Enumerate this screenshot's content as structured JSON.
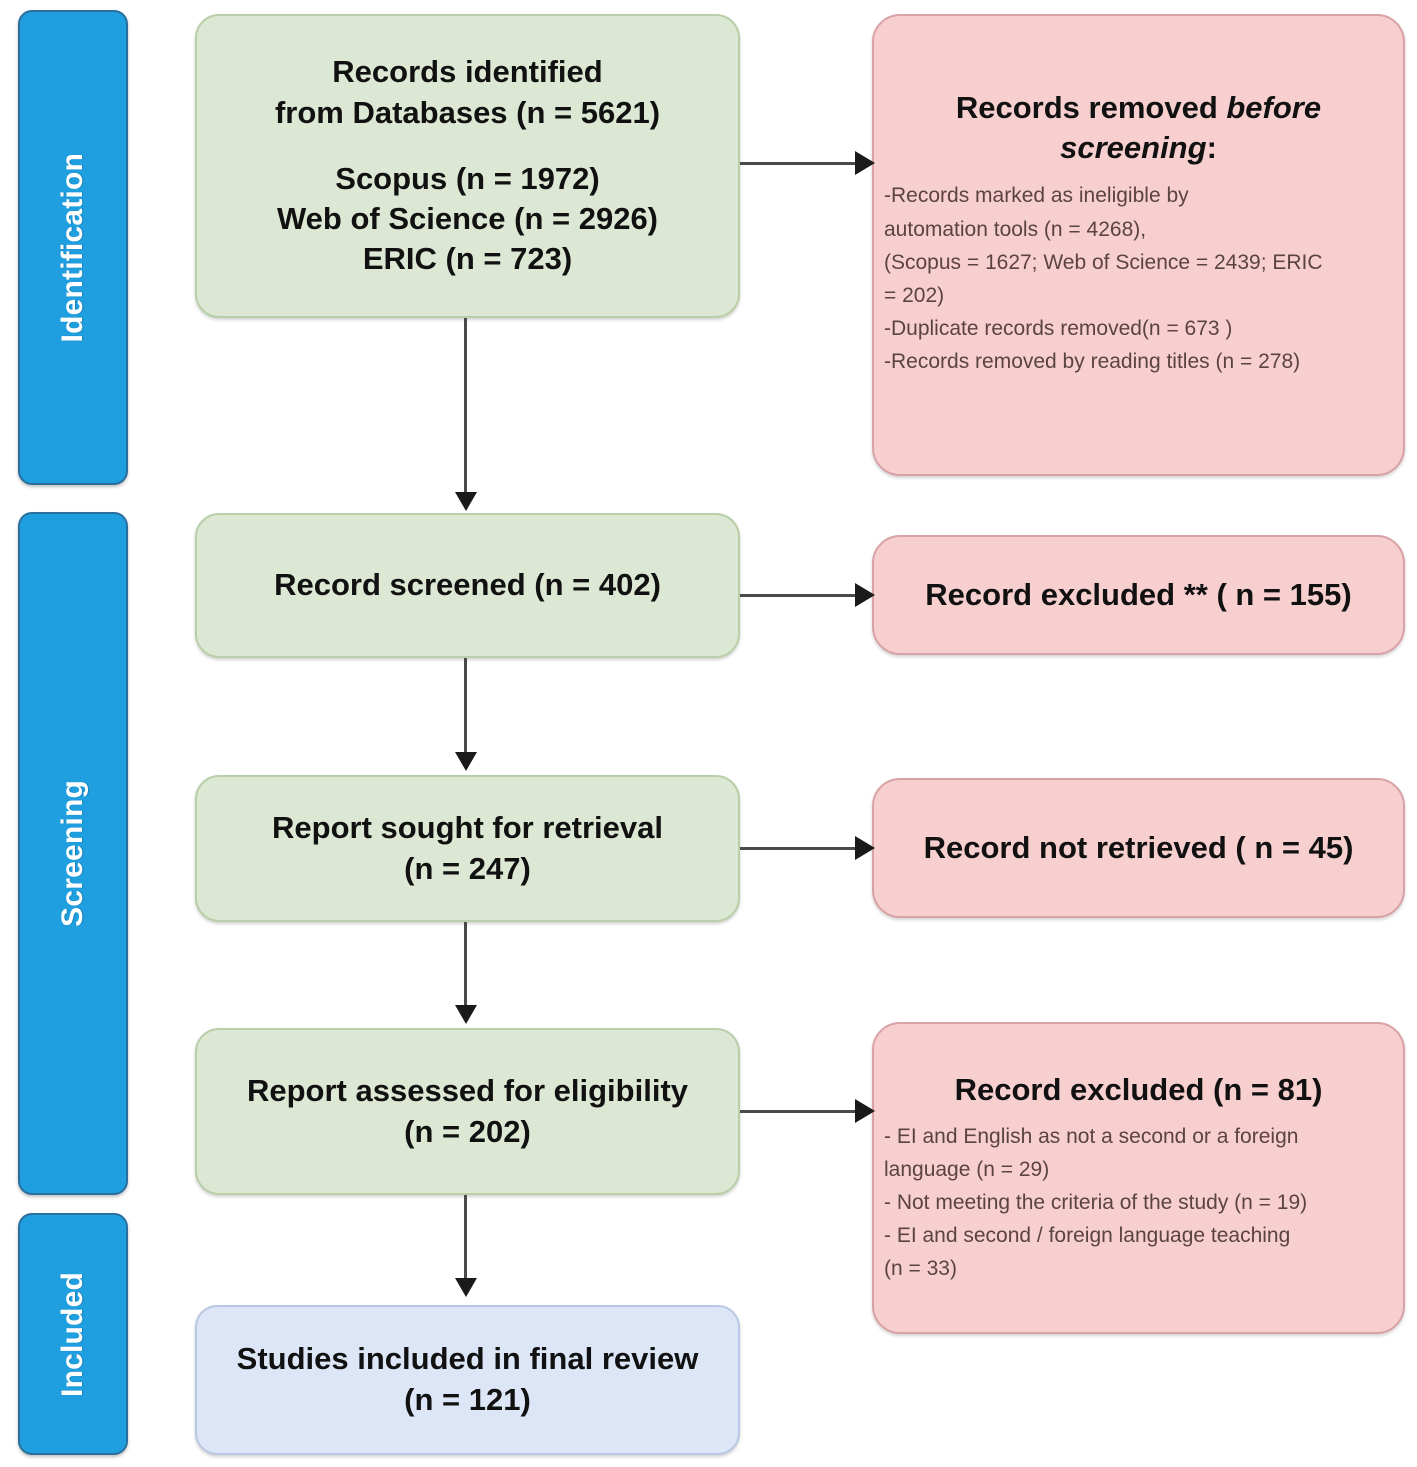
{
  "diagram": {
    "title": "PRISMA flow diagram",
    "colors": {
      "stage_bar": "#1f9fe0",
      "stage_bar_border": "#2a6f9e",
      "identified_box": "#dce8d3",
      "identified_box_border": "#b9cfa9",
      "removed_box": "#f7cfcf",
      "removed_box_border": "#d9a2a6",
      "included_box": "#dce6f7",
      "included_box_border": "#b8c8e4",
      "connector": "#4a4a4a"
    }
  },
  "stages": [
    {
      "id": "identification",
      "label": "Identification"
    },
    {
      "id": "screening",
      "label": "Screening"
    },
    {
      "id": "included",
      "label": "Included"
    }
  ],
  "flow": {
    "identified": {
      "line1": "Records identified",
      "line2": "from Databases (n = 5621)",
      "sources": [
        "Scopus  (n = 1972)",
        "Web of Science (n = 2926)",
        "ERIC (n = 723)"
      ]
    },
    "screened": {
      "line1": "Record screened (n = 402)"
    },
    "sought": {
      "line1": "Report sought for retrieval",
      "line2": "(n = 247)"
    },
    "assessed": {
      "line1": "Report assessed for eligibility",
      "line2": "(n = 202)"
    },
    "included": {
      "line1": "Studies included in final review",
      "line2": "(n = 121)"
    }
  },
  "exclusions": {
    "before_screening": {
      "header_plain": "Records removed ",
      "header_italic": "before screening",
      "header_suffix": ":",
      "lines": [
        "-Records marked as ineligible by",
        "automation tools (n = 4268),",
        "(Scopus = 1627; Web of Science = 2439; ERIC",
        "= 202)",
        "-Duplicate records removed(n = 673 )",
        "-Records removed by reading titles (n =  278)"
      ]
    },
    "screened_excluded": {
      "header": "Record excluded ** ( n = 155)"
    },
    "not_retrieved": {
      "header": "Record not retrieved ( n = 45)"
    },
    "eligibility_excluded": {
      "header": "Record excluded (n = 81)",
      "lines": [
        "- EI and English as not a second or a foreign",
        "language (n = 29)",
        "- Not meeting the criteria of the study (n = 19)",
        "- EI and second / foreign language teaching",
        "(n = 33)"
      ]
    }
  }
}
